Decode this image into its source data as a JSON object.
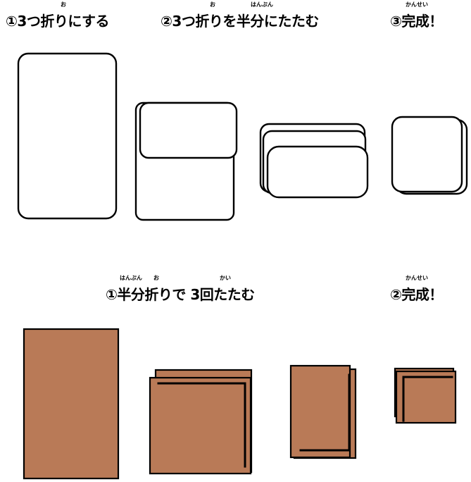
{
  "top_section": {
    "step1": {
      "text": "①3つ折りにする",
      "ruby": "お"
    },
    "step2": {
      "text": "②3つ折りを半分にたたむ",
      "ruby1": "お",
      "ruby2": "はんぶん"
    },
    "step3": {
      "text": "③完成！",
      "ruby": "かんせい"
    }
  },
  "bottom_section": {
    "step1": {
      "text": "①半分折りで 3回たたむ",
      "ruby1": "はんぶん",
      "ruby2": "お",
      "ruby3": "かい"
    },
    "step2": {
      "text": "②完成！",
      "ruby": "かんせい"
    }
  },
  "colors": {
    "outline": "#000000",
    "cloth_fill": "#b97a57",
    "paper_fill": "#ffffff"
  }
}
